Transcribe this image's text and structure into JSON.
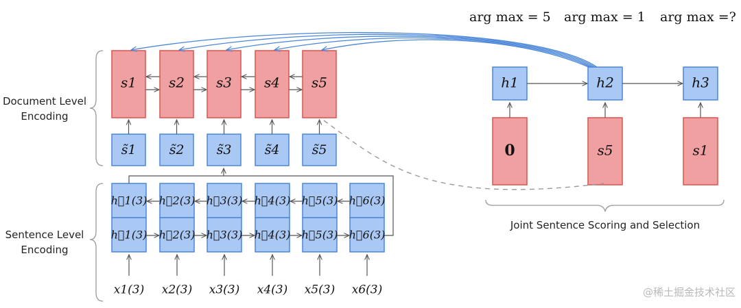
{
  "labels": {
    "document_level": [
      "Document Level",
      "Encoding"
    ],
    "sentence_level": [
      "Sentence Level",
      "Encoding"
    ],
    "joint": "Joint Sentence Scoring and Selection"
  },
  "argmax": [
    "arg max = 5",
    "arg max = 1",
    "arg max =?"
  ],
  "doc_states": [
    "s1",
    "s2",
    "s3",
    "s4",
    "s5"
  ],
  "sent_reps": [
    "s̃1",
    "s̃2",
    "s̃3",
    "s̃4",
    "s̃5"
  ],
  "sent_words": [
    {
      "bwd": "h⃖1(3)",
      "fwd": "h⃗1(3)",
      "x": "x1(3)"
    },
    {
      "bwd": "h⃖2(3)",
      "fwd": "h⃗2(3)",
      "x": "x2(3)"
    },
    {
      "bwd": "h⃖3(3)",
      "fwd": "h⃗3(3)",
      "x": "x3(3)"
    },
    {
      "bwd": "h⃖4(3)",
      "fwd": "h⃗4(3)",
      "x": "x4(3)"
    },
    {
      "bwd": "h⃖5(3)",
      "fwd": "h⃗5(3)",
      "x": "x5(3)"
    },
    {
      "bwd": "h⃖6(3)",
      "fwd": "h⃗6(3)",
      "x": "x6(3)"
    }
  ],
  "hidden": [
    "h1",
    "h2",
    "h3"
  ],
  "selected_inputs": [
    "0",
    "s5",
    "s1"
  ],
  "watermark": "@稀土掘金技术社区",
  "colors": {
    "red_fill": "#f0a0a0",
    "red_stroke": "#d9534f",
    "blue_fill": "#a9c8f4",
    "blue_stroke": "#4a86d8",
    "arrow": "#555555",
    "curve": "#4a86d8",
    "dashed": "#999999"
  }
}
